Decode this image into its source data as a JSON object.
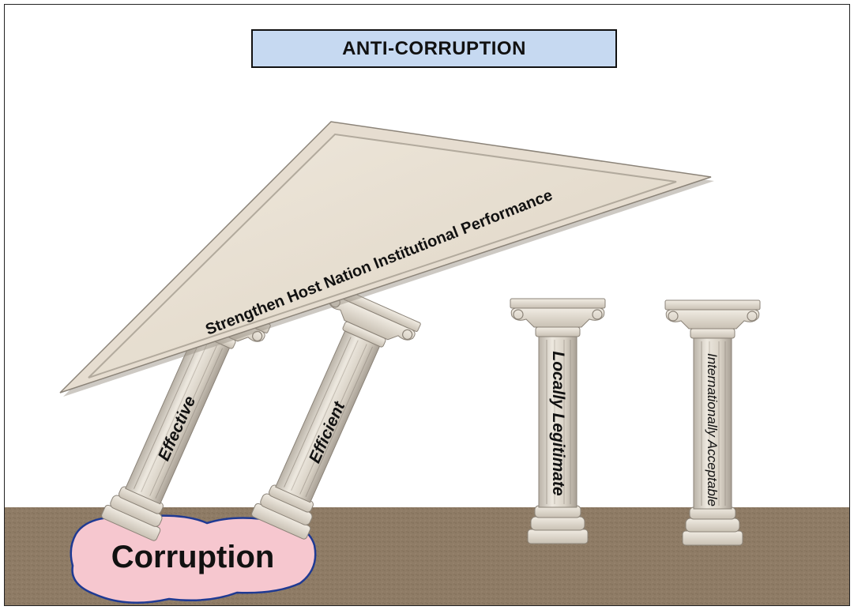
{
  "title": "ANTI-CORRUPTION",
  "roof_label": "Strengthen Host Nation Institutional Performance",
  "pillars": [
    {
      "label": "Effective",
      "state": "tilted, sinking"
    },
    {
      "label": "Efficient",
      "state": "tilted, sinking"
    },
    {
      "label": "Locally Legitimate",
      "state": "upright"
    },
    {
      "label": "Internationally Acceptable",
      "state": "upright"
    }
  ],
  "ground_label": "Corruption",
  "colors": {
    "title_fill": "#c6d9f1",
    "roof_stone": "#ebe3d6",
    "pillar_stone": "#e2dcd2",
    "ground": "#8f7c66",
    "corruption_fill": "#f6c7cf",
    "corruption_border": "#1f3a93"
  }
}
